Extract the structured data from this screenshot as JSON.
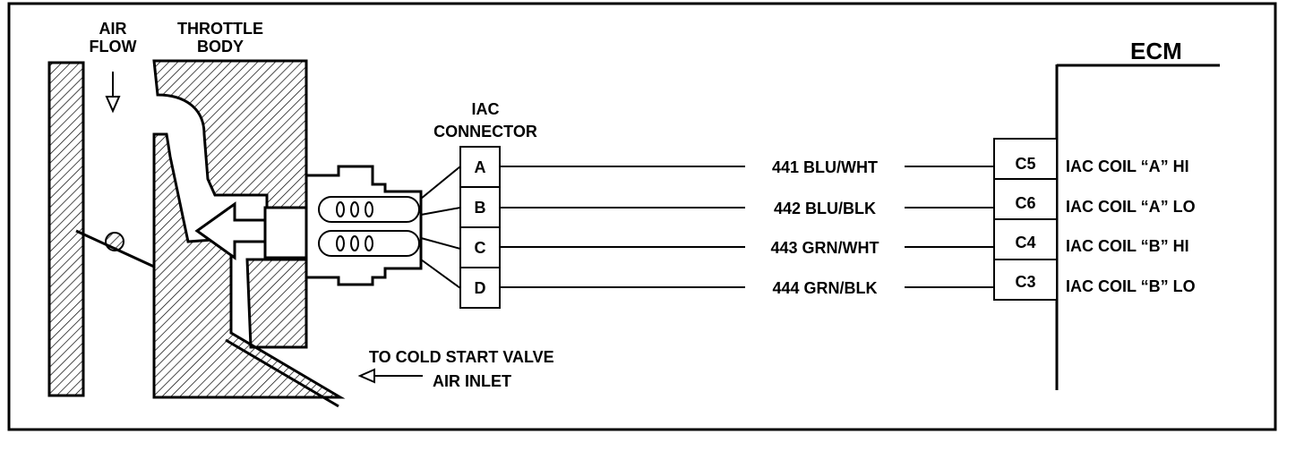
{
  "labels": {
    "air_flow_line1": "AIR",
    "air_flow_line2": "FLOW",
    "throttle_line1": "THROTTLE",
    "throttle_line2": "BODY",
    "iac_line1": "IAC",
    "iac_line2": "CONNECTOR",
    "ecm": "ECM",
    "cold_start_line1": "TO COLD START VALVE",
    "cold_start_line2": "AIR INLET"
  },
  "connector_pins": [
    "A",
    "B",
    "C",
    "D"
  ],
  "wires": [
    {
      "label": "441 BLU/WHT",
      "ecm_pin": "C5",
      "function": "IAC COIL “A” HI"
    },
    {
      "label": "442 BLU/BLK",
      "ecm_pin": "C6",
      "function": "IAC COIL “A” LO"
    },
    {
      "label": "443 GRN/WHT",
      "ecm_pin": "C4",
      "function": "IAC COIL “B” HI"
    },
    {
      "label": "444 GRN/BLK",
      "ecm_pin": "C3",
      "function": "IAC COIL “B” LO"
    }
  ]
}
